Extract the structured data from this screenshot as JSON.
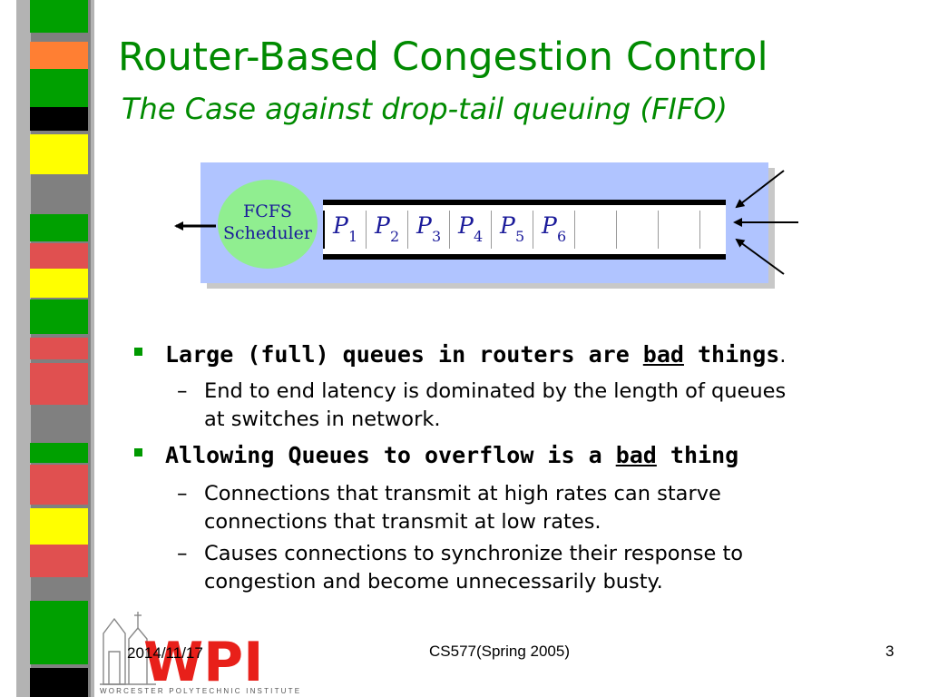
{
  "title": "Router-Based Congestion Control",
  "subtitle": "The Case against drop-tail queuing (FIFO)",
  "colors": {
    "title": "#008a00",
    "bullet_marker": "#009900",
    "panel": "#b0c4ff",
    "scheduler": "#90ee90",
    "packet_text": "#1a1a9a",
    "logo_red": "#e8201a",
    "logo_yellow": "#f0c000"
  },
  "figure": {
    "scheduler_lines": [
      "FCFS",
      "Scheduler"
    ],
    "packets": [
      {
        "letter": "P",
        "index": "1"
      },
      {
        "letter": "P",
        "index": "2"
      },
      {
        "letter": "P",
        "index": "3"
      },
      {
        "letter": "P",
        "index": "4"
      },
      {
        "letter": "P",
        "index": "5"
      },
      {
        "letter": "P",
        "index": "6"
      }
    ],
    "empty_slots": 3
  },
  "bullets": [
    {
      "pre": "Large (full) queues in routers are ",
      "emph": "bad",
      "post": " things",
      "tail": ".",
      "subs": [
        {
          "lines": [
            "End to end latency is dominated by the length of queues",
            "at switches in network."
          ]
        }
      ]
    },
    {
      "pre": "Allowing Queues to overflow is a ",
      "emph": "bad",
      "post": " thing",
      "tail": "",
      "subs": [
        {
          "lines": [
            "Connections that transmit at high rates can starve",
            "connections that transmit at low rates."
          ]
        },
        {
          "lines": [
            "Causes connections to synchronize their response to",
            "congestion and become unnecessarily busty."
          ]
        }
      ]
    }
  ],
  "footer": {
    "date": "2014/11/17",
    "course": "CS577(Spring 2005)",
    "page_number": "3",
    "logo_text": "WPI",
    "logo_caption": "WORCESTER POLYTECHNIC INSTITUTE"
  }
}
